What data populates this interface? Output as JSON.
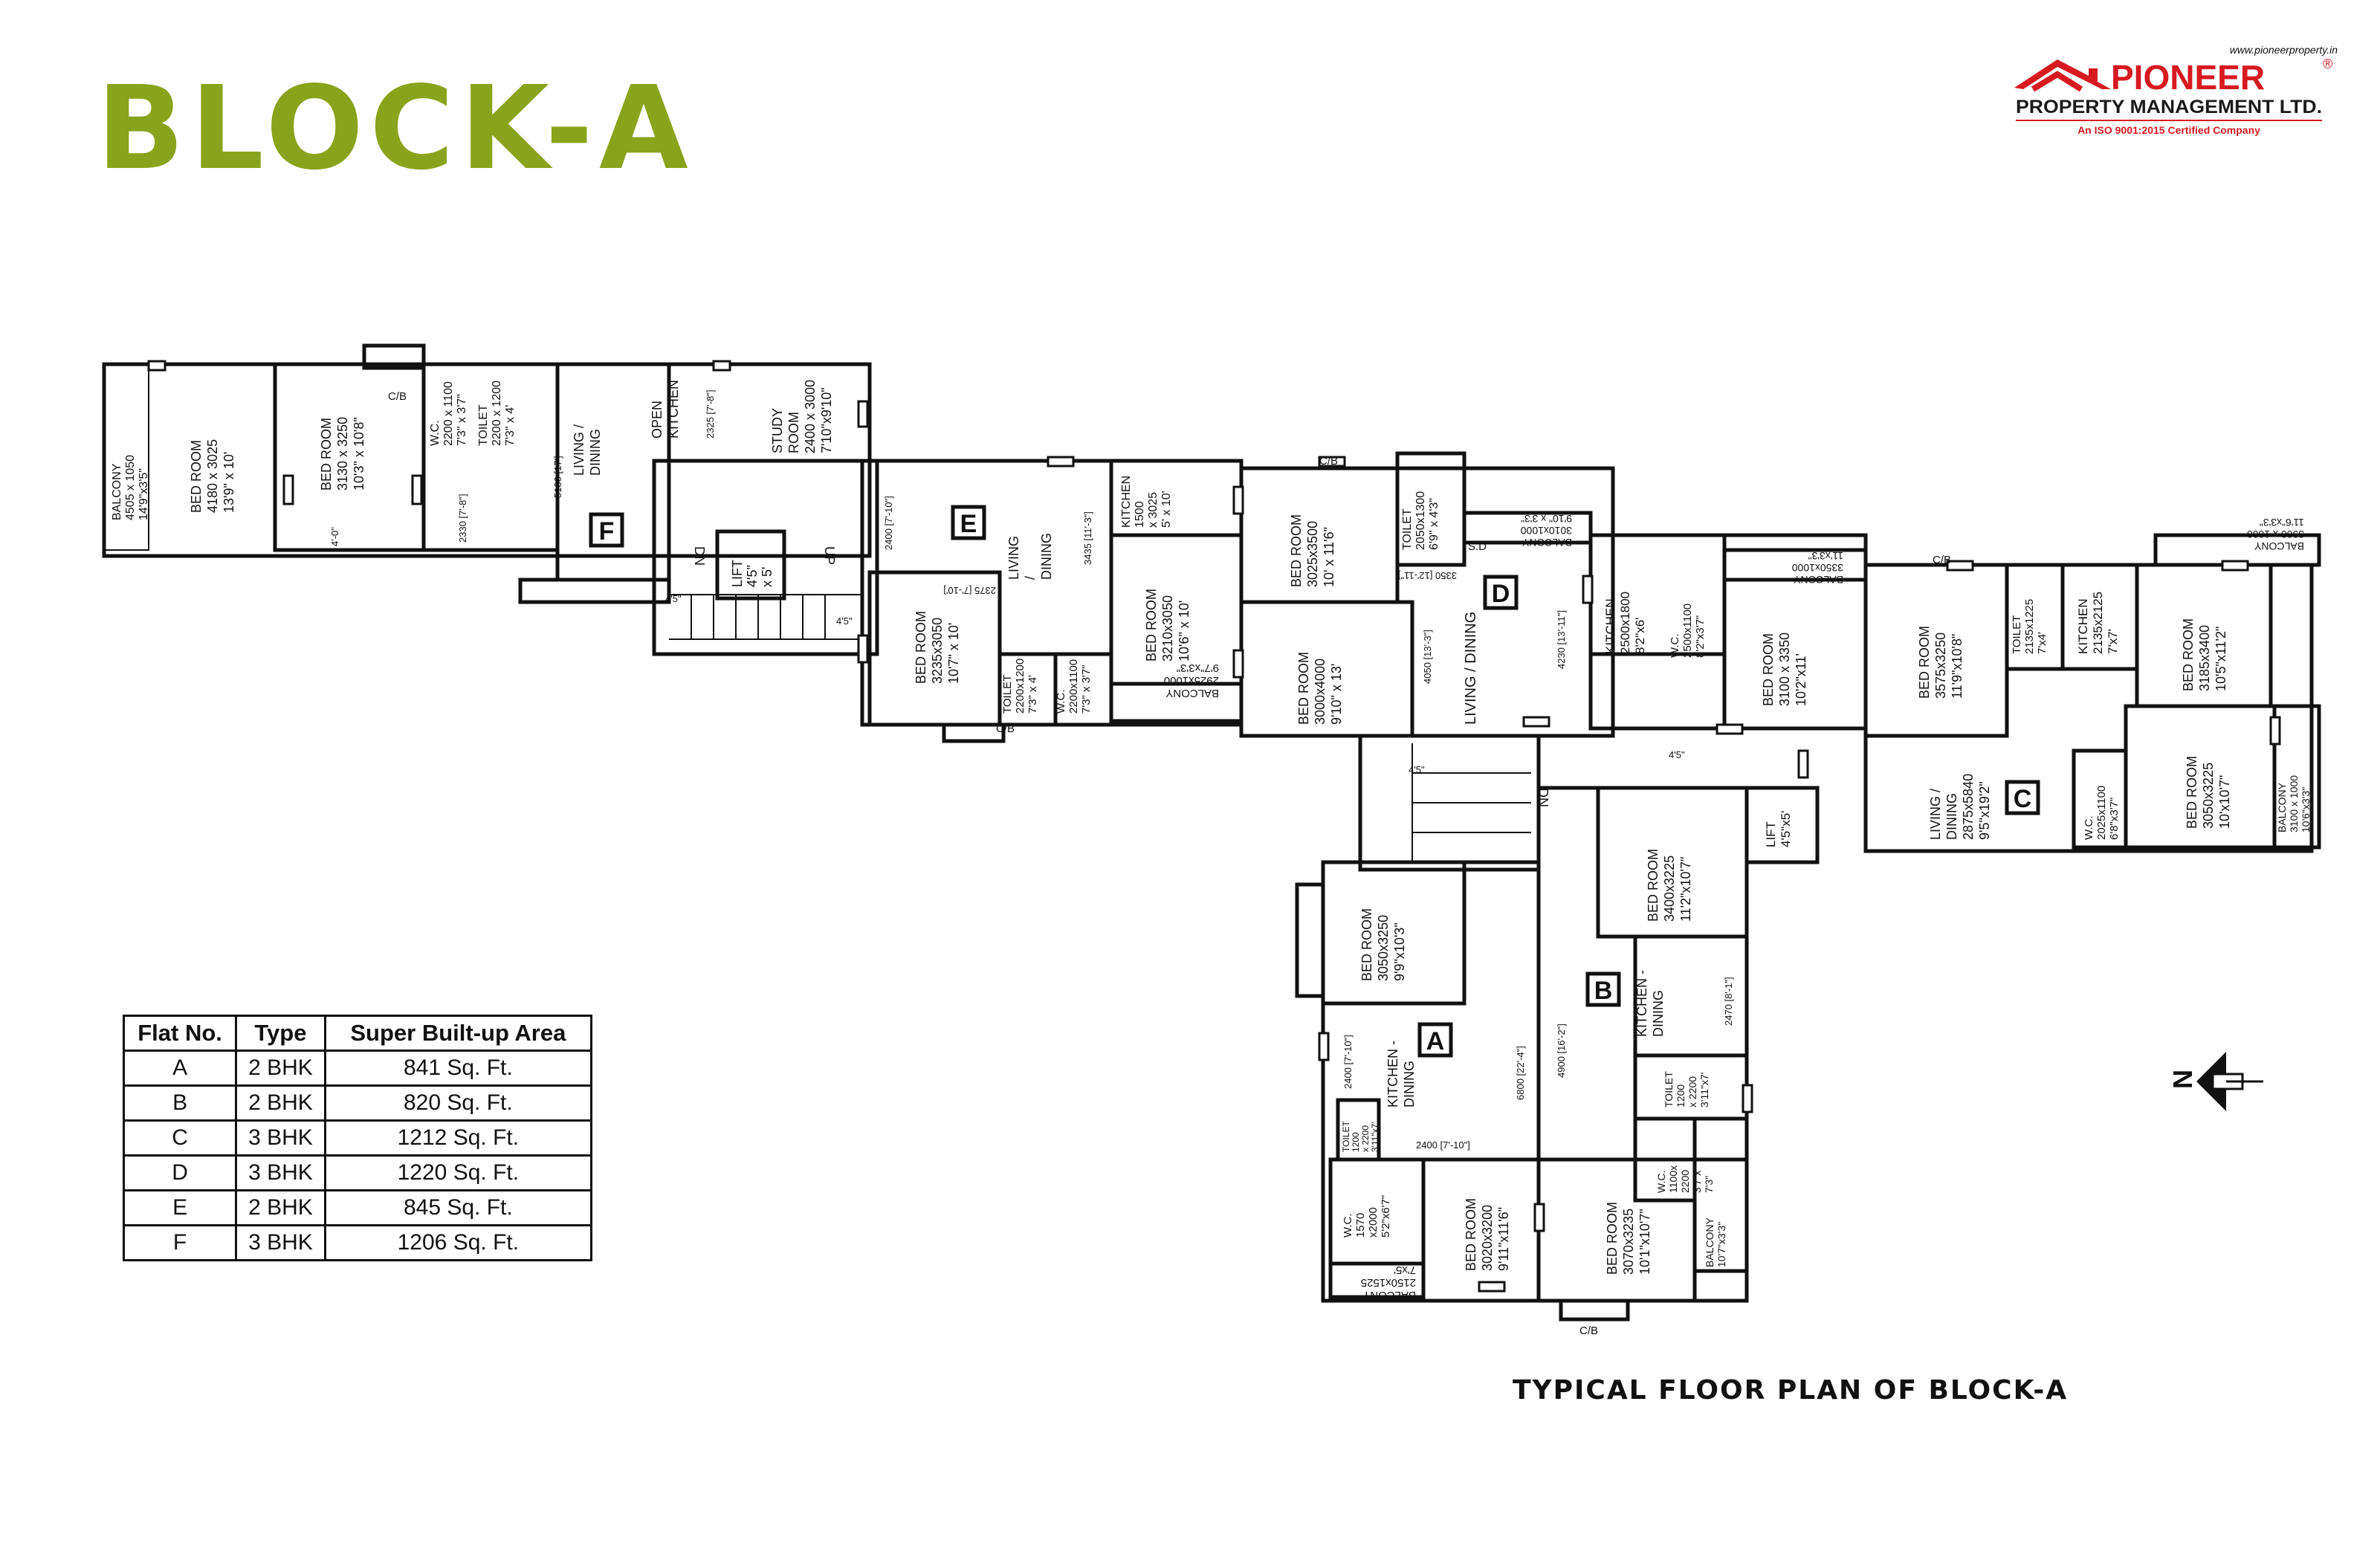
{
  "header": {
    "title": "BLOCK-A"
  },
  "logo": {
    "url": "www.pioneerproperty.in",
    "brand": "PIONEER",
    "registered": "®",
    "company": "PROPERTY MANAGEMENT LTD.",
    "certification": "An ISO 9001:2015 Certified Company",
    "colors": {
      "brand": "#d71920",
      "text": "#1a1a1a"
    }
  },
  "colors": {
    "title": "#8aa31c",
    "ink": "#111111"
  },
  "table": {
    "headers": [
      "Flat No.",
      "Type",
      "Super Built-up Area"
    ],
    "rows": [
      [
        "A",
        "2 BHK",
        "841 Sq. Ft."
      ],
      [
        "B",
        "2 BHK",
        "820 Sq. Ft."
      ],
      [
        "C",
        "3 BHK",
        "1212 Sq. Ft."
      ],
      [
        "D",
        "3 BHK",
        "1220 Sq. Ft."
      ],
      [
        "E",
        "2 BHK",
        "845 Sq. Ft."
      ],
      [
        "F",
        "3 BHK",
        "1206 Sq. Ft."
      ]
    ]
  },
  "caption": "TYPICAL FLOOR PLAN OF BLOCK-A",
  "north": {
    "letter": "N",
    "icon": "north-arrow-icon"
  },
  "plan": {
    "flats": [
      "F",
      "E",
      "D",
      "C",
      "B",
      "A"
    ],
    "rooms": {
      "f_balcony": [
        "BALCONY",
        "4505 x 1050",
        "14'9\"x3'5\""
      ],
      "f_bed1": [
        "BED ROOM",
        "4180 x 3025",
        "13'9\" x 10'"
      ],
      "f_bed2": [
        "BED ROOM",
        "3130 x 3250",
        "10'3\" x 10'8\""
      ],
      "f_wc": [
        "W.C.",
        "2200 x 1100",
        "7'3\" x 3'7\""
      ],
      "f_toilet": [
        "TOILET",
        "2200 x 1200",
        "7'3\" x 4'"
      ],
      "f_living": [
        "LIVING /",
        "DINING"
      ],
      "f_kitchen": [
        "OPEN",
        "KITCHEN"
      ],
      "f_study": [
        "STUDY",
        "ROOM",
        "2400 x 3000",
        "7'10\"x9'10\""
      ],
      "core1_lift": [
        "LIFT",
        "4'5\"",
        "x 5'"
      ],
      "e_living": [
        "LIVING",
        "/",
        "DINING"
      ],
      "e_kitchen": [
        "KITCHEN",
        "1500",
        "x 3025",
        "5' x 10'"
      ],
      "e_bed1": [
        "BED ROOM",
        "3235x3050",
        "10'7\" x 10'"
      ],
      "e_toilet": [
        "TOILET",
        "2200x1200",
        "7'3\" x 4'"
      ],
      "e_wc": [
        "W.C.",
        "2200x1100",
        "7'3\" x 3'7\""
      ],
      "e_bed2": [
        "BED ROOM",
        "3210x3050",
        "10'6\" x 10'"
      ],
      "e_balcony": [
        "BALCONY",
        "2925x1000",
        "9'7\"x3'3\""
      ],
      "d_bed1": [
        "BED ROOM",
        "3025x3500",
        "10' x 11'6\""
      ],
      "d_toilet": [
        "TOILET",
        "2050x1300",
        "6'9\" x 4'3\""
      ],
      "d_balcony1": [
        "BALCONY",
        "3010x1000",
        "9'10\" x 3'3\""
      ],
      "d_bed2": [
        "BED ROOM",
        "3000x4000",
        "9'10\" x 13'"
      ],
      "d_living": [
        "LIVING / DINING"
      ],
      "d_kitchen": [
        "KITCHEN",
        "2500x1800",
        "8'2\"x6'"
      ],
      "d_wc": [
        "W.C.",
        "2500x1100",
        "8'2\"x3'7\""
      ],
      "d_bed3": [
        "BED ROOM",
        "3100 x 3350",
        "10'2\"x11'"
      ],
      "d_balcony2": [
        "BALCONY",
        "3350x1000",
        "11'x3'3\""
      ],
      "c_bed1": [
        "BED ROOM",
        "3575x3250",
        "11'9\"x10'8\""
      ],
      "c_toilet": [
        "TOILET",
        "2135x1225",
        "7'x4'"
      ],
      "c_kitchen": [
        "KITCHEN",
        "2135x2125",
        "7'x7'"
      ],
      "c_bed2": [
        "BED ROOM",
        "3185x3400",
        "10'5\"x11'2\""
      ],
      "c_balcony1": [
        "BALCONY",
        "3900 x 1000",
        "11'6\"x3'3\""
      ],
      "c_living": [
        "LIVING /",
        "DINING",
        "2875x5840",
        "9'5\"x19'2\""
      ],
      "c_wc": [
        "W.C.",
        "2025x1100",
        "6'8\"x3'7\""
      ],
      "c_bed3": [
        "BED ROOM",
        "3050x3225",
        "10'x10'7\""
      ],
      "c_balcony2": [
        "BALCONY",
        "3100 x 1000",
        "10'6\"x3'3\""
      ],
      "core2_lift": [
        "LIFT",
        "4'5\"x5'"
      ],
      "b_bed1": [
        "BED ROOM",
        "3400x3225",
        "11'2\"x10'7\""
      ],
      "b_kitchen": [
        "KITCHEN -",
        "DINING"
      ],
      "b_toilet": [
        "TOILET",
        "1200",
        "x 2200",
        "3'11\"x7'"
      ],
      "b_wc": [
        "W.C.",
        "1100x",
        "2200",
        "3'7\"x",
        "7'3\""
      ],
      "b_bed2": [
        "BED ROOM",
        "3070x3235",
        "10'1\"x10'7\""
      ],
      "b_balcony": [
        "BALCONY",
        "10'7\"x3'3\""
      ],
      "a_bed1": [
        "BED ROOM",
        "3050x3250",
        "9'9\"x10'3\""
      ],
      "a_kitchen": [
        "KITCHEN -",
        "DINING"
      ],
      "a_toilet": [
        "TOILET",
        "1200",
        "x 2200",
        "3'11\"x7'"
      ],
      "a_wc": [
        "W.C.",
        "1570",
        "x2000",
        "5'2\"x6'7\""
      ],
      "a_bed2": [
        "BED ROOM",
        "3020x3200",
        "9'11\"x11'6\""
      ],
      "a_balcony": [
        "BALCONY",
        "2150x1525",
        "7'x5'"
      ]
    },
    "annotations": {
      "cb": "C/B",
      "dn": "DN",
      "up": "UP",
      "sd": "S.D",
      "dim_2330": "2330 [7'-8\"]",
      "dim_5180": "5180 [17']",
      "dim_2325": "2325 [7'-8\"]",
      "dim_4_0": "4'-0\"",
      "dim_2400e": "2400 [7'-10\"]",
      "dim_3435": "3435 [11'-3\"]",
      "dim_2375": "2375 [7'-10']",
      "dim_3350d": "3350 [12'-11\"]",
      "dim_4050": "4050 [13'-3\"]",
      "dim_4230": "4230 [13'-11\"]",
      "dim_45": "4'5\"",
      "dim_2400a": "2400 [7'-10\"]",
      "dim_6800": "6800 [22'-4\"]",
      "dim_4900": "4900 [16'-2\"]",
      "dim_2470": "2470 [8'-1\"]",
      "dim_2400b": "2400 [7'-10\"]"
    }
  }
}
